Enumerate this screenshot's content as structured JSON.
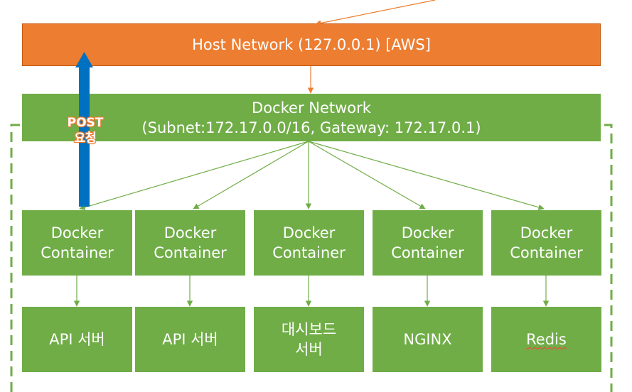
{
  "host_network": {
    "label": "Host Network (127.0.0.1) [AWS]"
  },
  "docker_network": {
    "line1": "Docker Network",
    "line2": "(Subnet:172.17.0.0/16, Gateway: 172.17.0.1)"
  },
  "post_request": {
    "line1": "POST",
    "line2": "요청"
  },
  "containers": [
    {
      "line1": "Docker",
      "line2": "Container"
    },
    {
      "line1": "Docker",
      "line2": "Container"
    },
    {
      "line1": "Docker",
      "line2": "Container"
    },
    {
      "line1": "Docker",
      "line2": "Container"
    },
    {
      "line1": "Docker",
      "line2": "Container"
    }
  ],
  "services": [
    {
      "line1": "API 서버",
      "line2": ""
    },
    {
      "line1": "API 서버",
      "line2": ""
    },
    {
      "line1": "대시보드",
      "line2": "서버"
    },
    {
      "line1": "NGINX",
      "line2": ""
    },
    {
      "line1": "Redis",
      "line2": ""
    }
  ],
  "colors": {
    "host_fill": "#ED7D31",
    "network_fill": "#70AD47",
    "post_arrow": "#0070C0",
    "dashed_boundary": "#70AD47"
  }
}
